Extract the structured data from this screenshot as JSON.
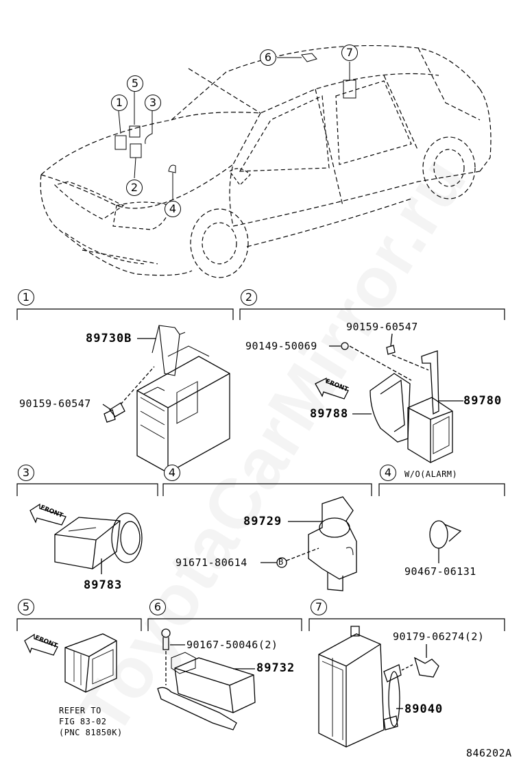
{
  "diagram": {
    "overview_callouts": [
      "1",
      "2",
      "3",
      "4",
      "5",
      "6",
      "7"
    ],
    "sections": [
      {
        "id": "1",
        "parts": [
          "89730B",
          "90159-60547"
        ]
      },
      {
        "id": "2",
        "parts": [
          "90159-60547",
          "90149-50069",
          "89780",
          "89788"
        ],
        "front": "FRONT"
      },
      {
        "id": "3",
        "parts": [
          "89783"
        ],
        "front": "FRONT"
      },
      {
        "id": "4a",
        "label": "4",
        "parts": [
          "89729",
          "91671-80614"
        ],
        "fastener_mark": "B"
      },
      {
        "id": "4b",
        "label": "4",
        "note": "W/O(ALARM)",
        "parts": [
          "90467-06131"
        ]
      },
      {
        "id": "5",
        "label": "5",
        "front": "FRONT",
        "refer": [
          "REFER TO",
          "FIG 83-02",
          "(PNC 81850K)"
        ]
      },
      {
        "id": "6",
        "label": "6",
        "parts": [
          "90167-50046(2)",
          "89732"
        ]
      },
      {
        "id": "7",
        "label": "7",
        "parts": [
          "90179-06274(2)",
          "89040"
        ]
      }
    ],
    "figure_code": "846202A",
    "watermark": "ToyotaCarMirror.ru"
  }
}
